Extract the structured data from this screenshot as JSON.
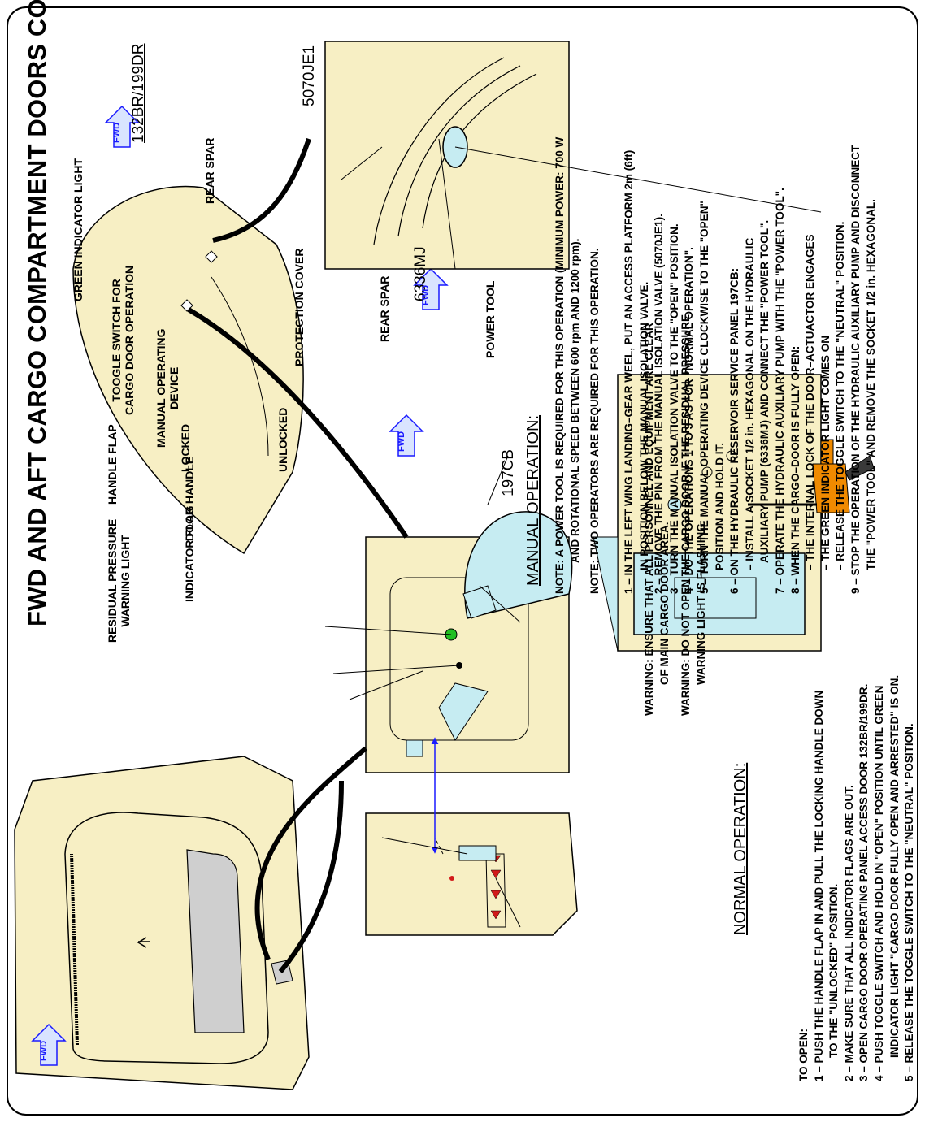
{
  "title": "FWD AND AFT CARGO COMPARTMENT DOORS CONTROLS",
  "labels": {
    "toggle_switch": [
      "TOOGLE SWITCH FOR",
      "CARGO DOOR OPERATION"
    ],
    "manual_device": [
      "MANUAL OPERATING",
      "DEVICE"
    ],
    "green_light": "GREEN INDICATOR LIGHT",
    "protection_cover": "PROTECTION COVER",
    "ref_132br": "132BR/199DR",
    "locked": "LOCKED",
    "unlocked": "UNLOCKED",
    "handle_flap": "HANDLE FLAP",
    "door_handle": "DOOR HANDLE",
    "indicator_flag": "INDICATOR FLAG",
    "residual": [
      "RESIDUAL PRESSURE",
      "WARNING LIGHT"
    ],
    "ref_6336mj": "6336MJ",
    "power_tool": "POWER TOOL",
    "ref_197cb": "197CB",
    "ref_5070je1": "5070JE1",
    "rear_spar_top": "REAR SPAR",
    "rear_spar_bottom": "REAR SPAR",
    "fwd": "FWD"
  },
  "warnings": [
    {
      "prefix": "WARNING:",
      "lines": [
        "ENSURE THAT ALL PERSONNEL AND EQUIPMENT ARE CLEAR",
        "OF MAIN CARGO DOOR AREA."
      ]
    },
    {
      "prefix": "WARNING:",
      "lines": [
        "DO NOT OPEN THE CARGO DOOR IF THE RESIDUAL PRESSURE",
        "WARNING LIGHT IS FLASHING."
      ]
    }
  ],
  "normal": {
    "heading": "NORMAL OPERATION:",
    "to_open": "TO OPEN:",
    "steps": [
      "1 – PUSH THE HANDLE FLAP IN AND PULL THE LOCKING HANDLE DOWN",
      "TO THE \"UNLOCKED\" POSITION.",
      "2 – MAKE SURE THAT ALL INDICATOR FLAGS ARE OUT.",
      "3 – OPEN CARGO DOOR OPERATING PANEL ACCESS DOOR 132BR/199DR.",
      "4 – PUSH TOGGLE SWITCH AND HOLD IN \"OPEN\" POSITION UNTIL GREEN",
      "INDICATOR LIGHT \"CARGO DOOR FULLY OPEN AND ARRESTED\" IS ON.",
      "5 – RELEASE THE TOGGLE SWITCH TO THE \"NEUTRAL\" POSITION."
    ]
  },
  "manual": {
    "heading": "MANUAL OPERATION:",
    "note1": {
      "prefix": "NOTE:",
      "lines": [
        "A POWER TOOL IS REQUIRED FOR THIS OPERATION (MINIMUM POWER: 700 W",
        "AND ROTATIONAL SPEED BETWEEN 600 rpm AND 1200 rpm)."
      ]
    },
    "note2": {
      "prefix": "NOTE:",
      "lines": [
        "TWO OPERATORS ARE REQUIRED FOR THIS OPERATION."
      ]
    },
    "steps": [
      "1 – IN THE LEFT WING LANDING–GEAR WEEL, PUT AN ACCESS PLATFORM 2m (6ft)",
      "IN POSITION BELOW THE MANUAL ISOLATION VALVE.",
      "2 – REMOVE THE PIN FROM THE MANUAL ISOLATION VALVE (5070JE1).",
      "3 – TURN THE MANUAL ISOLATION VALVE TO THE \"OPEN\" POSITION.",
      "4 – DO THE OPERATIONS 1 TO 3 AS FOR \"NORMAL OPERATION\".",
      "5 – TURN THE MANUAL OPERATING DEVICE CLOCKWISE TO THE \"OPEN\"",
      "POSITION AND HOLD IT.",
      "6 – ON THE HYDRAULIC RESERVOIR SERVICE PANEL 197CB:",
      "– INSTALL A SOCKET 1/2 in. HEXAGONAL ON THE HYDRAULIC",
      "AUXILIARY PUMP (6336MJ)  AND CONNECT THE \"POWER TOOL\".",
      "7 – OPERATE THE HYDRAULIC AUXILIARY PUMP WITH THE \"POWER TOOL\".",
      "8 –  WHEN THE CARGO–DOOR IS FULLY OPEN:",
      "– THE INTERNAL LOCK OF THE DOOR–ACTUACTOR ENGAGES",
      "– THE GREEN INDICATOR LIGHT COMES ON",
      "– RELEASE THE TOGGLE SWITCH TO THE \"NEUTRAL\" POSITION.",
      "9 – STOP THE OPERATION OF THE HYDRAULIC AUXILIARY PUMP AND DISCONNECT",
      "THE \"POWER TOOL\" AND REMOVE THE SOCKET 1/2 in. HEXAGONAL."
    ]
  },
  "colors": {
    "panel": "#f7efc4",
    "cover": "#c6ecf2",
    "outline": "#000000",
    "arrow": "#1a1aff",
    "flag": "#d21a1a",
    "green": "#22c022",
    "tool": "#f08a00"
  }
}
